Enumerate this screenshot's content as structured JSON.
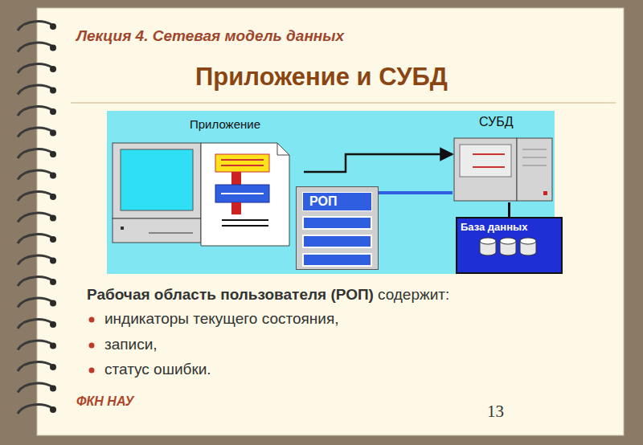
{
  "diagram": {
    "title": "Приложение и СУБД",
    "nodes": [
      {
        "text": [
          "Приложение"
        ]
      },
      {
        "text": [
          "СУБД"
        ]
      },
      {
        "text": [
          "РОП"
        ]
      },
      {
        "text": [
          "База данных"
        ]
      }
    ],
    "edges": [
      {
        "from": 0,
        "to": 1,
        "arrow": "to"
      },
      {
        "from": 2,
        "to": 1,
        "arrow": "none"
      },
      {
        "from": 1,
        "to": 3,
        "arrow": "none"
      }
    ],
    "labels": [
      "Лекция 4. Сетевая модель данных",
      "Рабочая область пользователя (РОП)",
      "содержит:",
      "индикаторы текущего состояния,",
      "записи,",
      "статус ошибки.",
      "ФКН НАУ",
      "13"
    ]
  }
}
